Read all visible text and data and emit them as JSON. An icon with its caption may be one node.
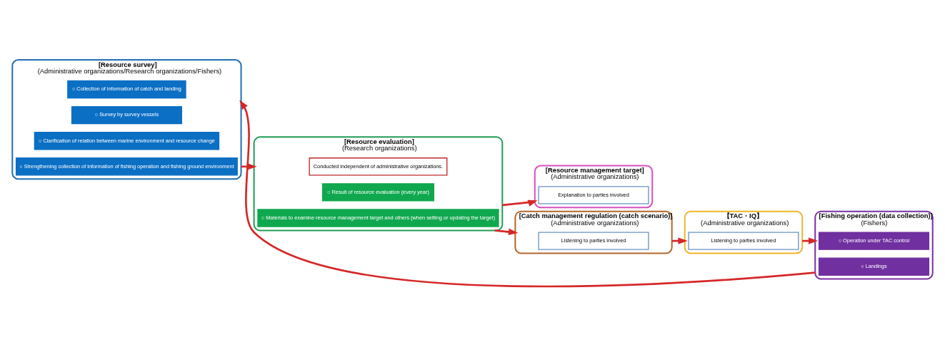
{
  "diagram": {
    "nodes": [
      {
        "text": [
          "[Resource survey]",
          "(Administrative organizations/Research organizations/Fishers)"
        ]
      },
      {
        "text": [
          "○ Collection of information of catch and landing"
        ],
        "in": 0
      },
      {
        "text": [
          "○ Survey by survey vessels"
        ],
        "in": 0
      },
      {
        "text": [
          "○ Clarification of relation between marine environment and resource change"
        ],
        "in": 0
      },
      {
        "text": [
          "○ Strengthening collection of information of fishing operation and fishing ground environment"
        ],
        "in": 0
      },
      {
        "text": [
          "[Resource evaluation]",
          "(Research organizations)"
        ]
      },
      {
        "text": [
          "Conducted independent of administrative organizations."
        ],
        "in": 5
      },
      {
        "text": [
          "○ Result of resource evaluation (every year)"
        ],
        "in": 5
      },
      {
        "text": [
          "○ Materials to examine resource management target and others (when setting or updating the target)"
        ],
        "in": 5
      },
      {
        "text": [
          "[Resource management target]",
          "(Administrative organizations)"
        ]
      },
      {
        "text": [
          "Explanation to parties involved"
        ],
        "in": 9
      },
      {
        "text": [
          "[Catch management regulation (catch scenario)]",
          "(Administrative organizations)"
        ]
      },
      {
        "text": [
          "Listening to parties involved"
        ],
        "in": 11
      },
      {
        "text": [
          "[Fishing operation (data collection)]",
          "(Fishers)"
        ]
      },
      {
        "text": [
          "○ Operation under TAC control"
        ],
        "in": 13
      },
      {
        "text": [
          "○ Landings"
        ],
        "in": 13
      },
      {
        "text": [
          "【TAC・IQ】",
          "(Administrative organizations)"
        ]
      },
      {
        "text": [
          "Listening to parties involved"
        ],
        "in": 16
      }
    ],
    "edges": [
      {
        "from": 0,
        "to": 5,
        "arrow": "to"
      },
      {
        "from": 5,
        "to": 9,
        "arrow": "to"
      },
      {
        "from": 5,
        "to": 11,
        "arrow": "to"
      },
      {
        "from": 11,
        "to": 16,
        "arrow": "to"
      },
      {
        "from": 16,
        "to": 13,
        "arrow": "to"
      },
      {
        "from": 13,
        "to": 0,
        "arrow": "to"
      }
    ]
  }
}
